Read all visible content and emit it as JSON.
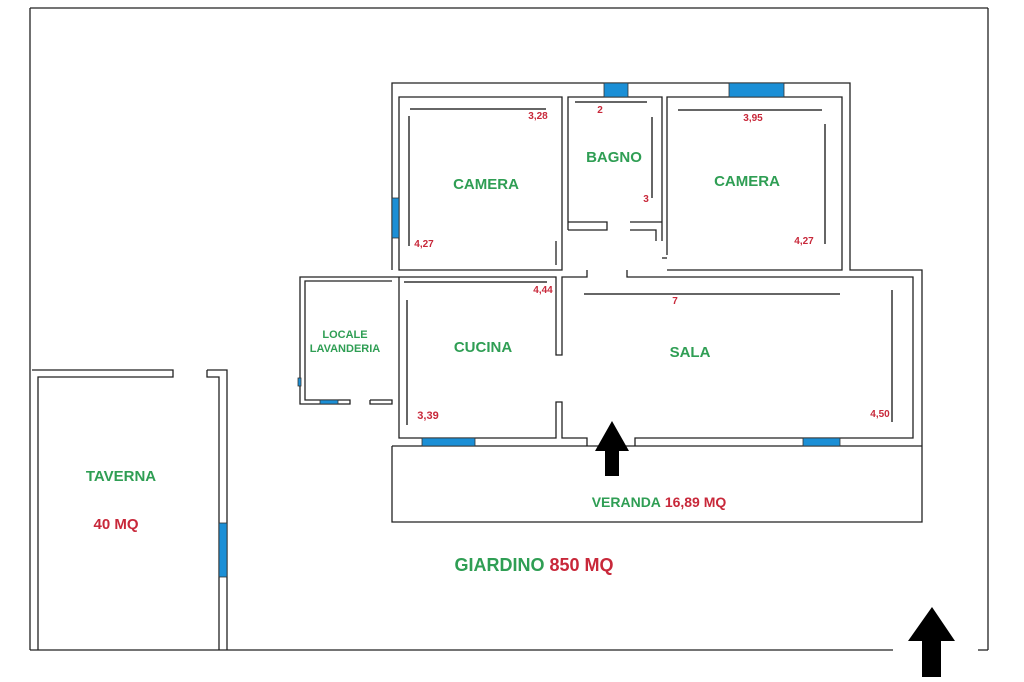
{
  "rooms": {
    "camera_left": {
      "label": "CAMERA",
      "width": "3,28",
      "depth": "4,27"
    },
    "bagno": {
      "label": "BAGNO",
      "width": "2",
      "depth": "3"
    },
    "camera_right": {
      "label": "CAMERA",
      "width": "3,95",
      "depth": "4,27"
    },
    "lavanderia": {
      "label_line1": "LOCALE",
      "label_line2": "LAVANDERIA"
    },
    "cucina": {
      "label": "CUCINA",
      "width": "4,44",
      "depth": "3,39"
    },
    "sala": {
      "label": "SALA",
      "width": "7",
      "depth": "4,50"
    },
    "veranda": {
      "label": "VERANDA",
      "area": "16,89 MQ"
    },
    "taverna": {
      "label": "TAVERNA",
      "area": "40 MQ"
    },
    "giardino": {
      "label": "GIARDINO",
      "area": "850 MQ"
    }
  },
  "colors": {
    "label": "#2f9e54",
    "dimension": "#c8283a",
    "window": "#1b8fd6"
  },
  "icons": [
    "entrance-arrow-icon",
    "entrance-arrow-icon"
  ]
}
